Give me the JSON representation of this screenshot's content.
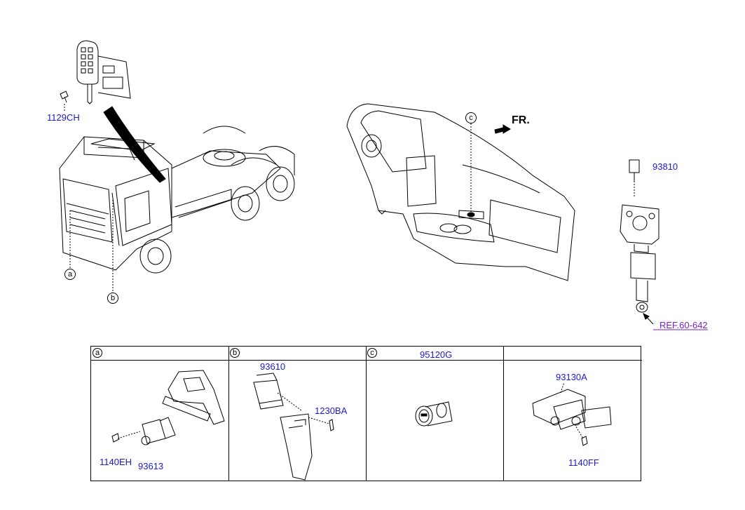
{
  "diagram": {
    "callouts": {
      "a": "a",
      "b": "b",
      "c": "c"
    },
    "labels": {
      "p1129CH": "1129CH",
      "fr": "FR.",
      "p93810": "93810",
      "ref": "REF.60-642",
      "p93610": "93610",
      "p95120G": "95120G",
      "p93130A": "93130A",
      "p1230BA": "1230BA",
      "p1140EH": "1140EH",
      "p93613": "93613",
      "p1140FF": "1140FF"
    },
    "colors": {
      "part_label": "#1a1acc",
      "ref_label": "#7a1fcf",
      "line": "#000000"
    }
  }
}
